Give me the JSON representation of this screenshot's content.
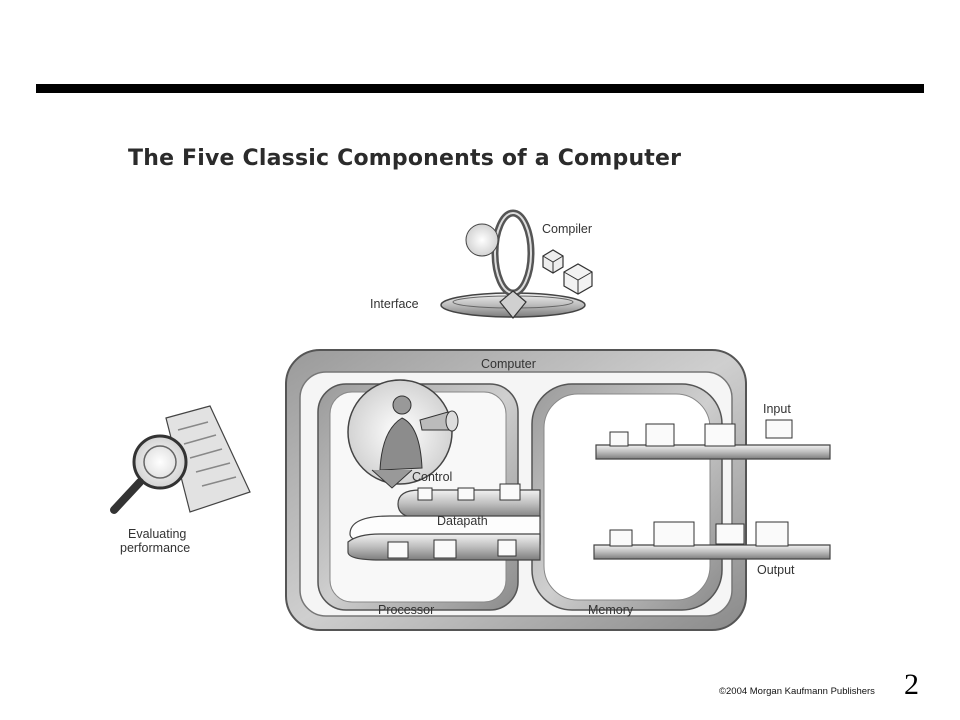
{
  "slide": {
    "title": "The Five Classic Components of a Computer",
    "footer_credit": "©2004   Morgan Kaufmann Publishers",
    "page_number": "2"
  },
  "diagram": {
    "labels": {
      "compiler": "Compiler",
      "interface": "Interface",
      "computer": "Computer",
      "input": "Input",
      "control": "Control",
      "datapath": "Datapath",
      "evaluating": "Evaluating",
      "performance": "performance",
      "output": "Output",
      "processor": "Processor",
      "memory": "Memory"
    }
  },
  "colors": {
    "background": "#ffffff",
    "ink": "#000000",
    "shade_dark": "#8a8a8a",
    "shade_light": "#e6e6e6"
  }
}
